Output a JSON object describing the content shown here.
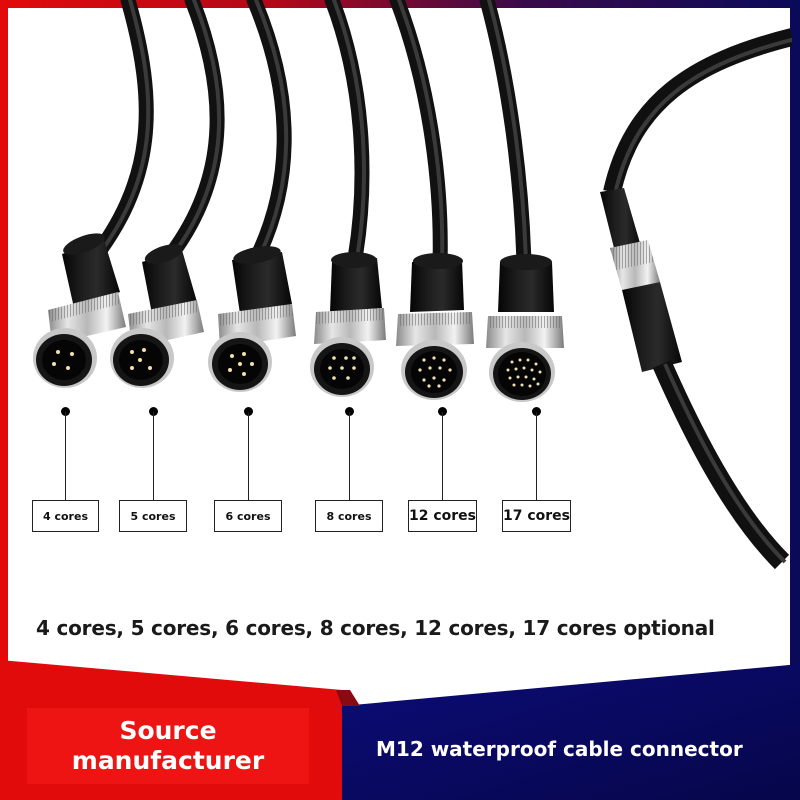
{
  "colors": {
    "frame_left": "#e20a0a",
    "frame_right": "#0a0a5a",
    "banner_red": "#e10b0b",
    "banner_red_box": "#ef1414",
    "banner_navy": "#0b0b6e",
    "text_dark": "#1a1a1a",
    "text_light": "#ffffff"
  },
  "connectors": [
    {
      "label": "4 cores",
      "pins": 4
    },
    {
      "label": "5 cores",
      "pins": 5
    },
    {
      "label": "6 cores",
      "pins": 6
    },
    {
      "label": "8 cores",
      "pins": 8
    },
    {
      "label": "12 cores",
      "pins": 12
    },
    {
      "label": "17 cores",
      "pins": 17
    }
  ],
  "caption": "4 cores, 5 cores, 6 cores, 8 cores, 12 cores, 17 cores optional",
  "banner": {
    "left_line1": "Source",
    "left_line2": "manufacturer",
    "right_title": "M12 waterproof cable connector"
  }
}
